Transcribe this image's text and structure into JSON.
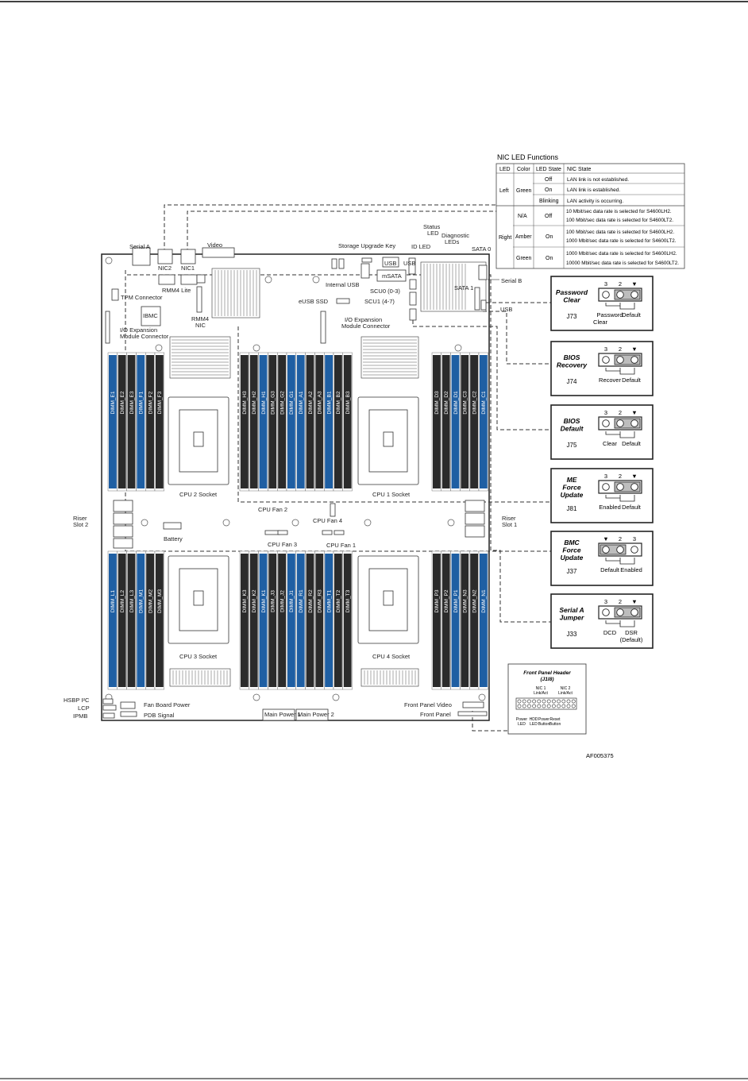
{
  "colors": {
    "blue": "#1f5fa3",
    "dark": "#2b2b2b",
    "line": "#333333",
    "light": "#e6e6e6"
  },
  "nic_table": {
    "title": "NIC LED Functions",
    "headers": [
      "LED",
      "Color",
      "LED State",
      "NIC State"
    ],
    "rows": [
      {
        "led": "Left",
        "color": "Green",
        "state": "Off",
        "nic": "LAN link is not established."
      },
      {
        "led": "",
        "color": "",
        "state": "On",
        "nic": "LAN link is established."
      },
      {
        "led": "",
        "color": "",
        "state": "Blinking",
        "nic": "LAN activity is occurring."
      },
      {
        "led": "Right",
        "color": "N/A",
        "state": "Off",
        "nic": "10 Mbit/sec data rate is selected for S4600LH2.",
        "nic2": "100 Mbit/sec data rate is selected for S4600LT2."
      },
      {
        "led": "",
        "color": "Amber",
        "state": "On",
        "nic": "100 Mbit/sec data rate is selected for S4600LH2.",
        "nic2": "1000 Mbit/sec data rate is selected for S4600LT2."
      },
      {
        "led": "",
        "color": "Green",
        "state": "On",
        "nic": "1000 Mbit/sec data rate is selected for S4600LH2.",
        "nic2": "10000 Mbit/sec data rate is selected for S4600LT2."
      }
    ]
  },
  "labels": {
    "serial_a": "Serial A",
    "video": "Video",
    "nic2": "NIC2",
    "nic1": "NIC1",
    "rmm4_lite": "RMM4 Lite",
    "tpm": "TPM Connector",
    "ibmc": "IBMC",
    "rmm4_nic_1": "RMM4",
    "rmm4_nic_2": "NIC",
    "io_exp_left_1": "I/O Expansion",
    "io_exp_left_2": "Module Connector",
    "io_exp_mid_1": "I/O Expansion",
    "io_exp_mid_2": "Module Connector",
    "storage_key": "Storage Upgrade Key",
    "internal_usb": "Internal USB",
    "usb_a": "USB",
    "usb_b": "USB",
    "msata": "mSATA",
    "esub": "eUSB SSD",
    "scu0": "SCU0 (0-3)",
    "scu1": "SCU1 (4-7)",
    "id_led": "ID LED",
    "status_led_1": "Status",
    "status_led_2": "LED",
    "diag_1": "Diagnostic",
    "diag_2": "LEDs",
    "sata0": "SATA 0",
    "sata1": "SATA 1",
    "serial_b": "Serial B",
    "usb_side": "USB",
    "cpu2": "CPU 2 Socket",
    "cpu1": "CPU 1 Socket",
    "cpu3": "CPU 3 Socket",
    "cpu4": "CPU 4 Socket",
    "riser2_1": "Riser",
    "riser2_2": "Slot 2",
    "riser1_1": "Riser",
    "riser1_2": "Slot 1",
    "battery": "Battery",
    "cpu_fan2": "CPU Fan 2",
    "cpu_fan3": "CPU Fan 3",
    "cpu_fan4": "CPU Fan 4",
    "cpu_fan1": "CPU Fan 1",
    "hsbp": "HSBP I²C",
    "lcp": "LCP",
    "ipmb": "IPMB",
    "fan_board": "Fan Board Power",
    "pdb": "PDB Signal",
    "main_power1": "Main Power 1",
    "main_power2": "Main Power 2",
    "fp_video": "Front Panel Video",
    "fp": "Front Panel",
    "doc_id": "AF005375"
  },
  "dimms": {
    "row_top_a": [
      "DIMM_E1",
      "DIMM_E2",
      "DIMM_E3",
      "DIMM_F1",
      "DIMM_F2",
      "DIMM_F3"
    ],
    "row_top_b": [
      "DIMM_H3",
      "DIMM_H2",
      "DIMM_H1",
      "DIMM_G3",
      "DIMM_G2",
      "DIMM_G1",
      "DIMM_A1",
      "DIMM_A2",
      "DIMM_A3",
      "DIMM_B1",
      "DIMM_B2",
      "DIMM_B3"
    ],
    "row_top_c": [
      "DIMM_D3",
      "DIMM_D2",
      "DIMM_D1",
      "DIMM_C3",
      "DIMM_C2",
      "DIMM_C1"
    ],
    "row_bot_a": [
      "DIMM_L1",
      "DIMM_L2",
      "DIMM_L3",
      "DIMM_M1",
      "DIMM_M2",
      "DIMM_M3"
    ],
    "row_bot_b": [
      "DIMM_K3",
      "DIMM_K2",
      "DIMM_K1",
      "DIMM_J3",
      "DIMM_J2",
      "DIMM_J1",
      "DIMM_R1",
      "DIMM_R2",
      "DIMM_R3",
      "DIMM_T1",
      "DIMM_T2",
      "DIMM_T3"
    ],
    "row_bot_c": [
      "DIMM_P3",
      "DIMM_P2",
      "DIMM_P1",
      "DIMM_N3",
      "DIMM_N2",
      "DIMM_N1"
    ]
  },
  "jumpers": [
    {
      "title1": "Password",
      "title2": "Clear",
      "title3": "",
      "id": "J73",
      "n1": "3",
      "n2": "2",
      "n3": "",
      "opt1": "Password",
      "opt1b": "Clear",
      "opt2": "Default",
      "opt2b": ""
    },
    {
      "title1": "BIOS",
      "title2": "Recovery",
      "title3": "",
      "id": "J74",
      "n1": "3",
      "n2": "2",
      "n3": "",
      "opt1": "Recover",
      "opt1b": "",
      "opt2": "Default",
      "opt2b": ""
    },
    {
      "title1": "BIOS",
      "title2": "Default",
      "title3": "",
      "id": "J75",
      "n1": "3",
      "n2": "2",
      "n3": "",
      "opt1": "Clear",
      "opt1b": "",
      "opt2": "Default",
      "opt2b": ""
    },
    {
      "title1": "ME",
      "title2": "Force",
      "title3": "Update",
      "id": "J81",
      "n1": "3",
      "n2": "2",
      "n3": "",
      "opt1": "Enabled",
      "opt1b": "",
      "opt2": "Default",
      "opt2b": ""
    },
    {
      "title1": "BMC",
      "title2": "Force",
      "title3": "Update",
      "id": "J37",
      "n1": "",
      "n2": "2",
      "n3": "3",
      "opt1": "Default",
      "opt1b": "",
      "opt2": "Enabled",
      "opt2b": ""
    },
    {
      "title1": "Serial A",
      "title2": "Jumper",
      "title3": "",
      "id": "J33",
      "n1": "3",
      "n2": "2",
      "n3": "",
      "opt1": "DCD",
      "opt1b": "",
      "opt2": "DSR",
      "opt2b": "(Default)"
    }
  ],
  "front_panel_header": {
    "title1": "Front Panel Header",
    "title2": "(J1I8)",
    "nic1_a": "NIC 1",
    "nic1_b": "Link/Act",
    "nic2_a": "NIC 2",
    "nic2_b": "Link/Act",
    "power_a": "Power",
    "power_b": "LED",
    "hdd_a": "HDD",
    "hdd_b": "LED",
    "pbtn_a": "Power",
    "pbtn_b": "Button",
    "rbtn_a": "Reset",
    "rbtn_b": "Button"
  }
}
